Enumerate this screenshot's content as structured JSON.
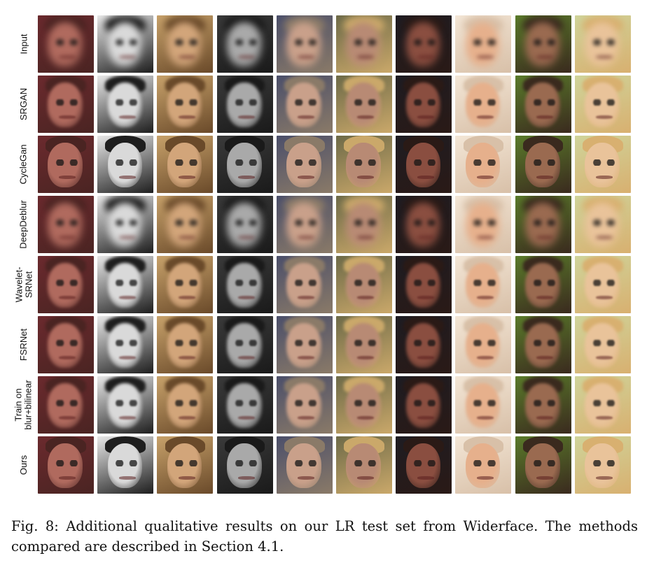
{
  "figure": {
    "row_labels": [
      [
        "Input"
      ],
      [
        "SRGAN"
      ],
      [
        "CycleGan"
      ],
      [
        "DeepDeblur"
      ],
      [
        "Wavelet-",
        "SRNet"
      ],
      [
        "FSRNet"
      ],
      [
        "Train on",
        "blur+bilinear"
      ],
      [
        "Ours"
      ]
    ],
    "column_count": 10,
    "subject_tones": [
      {
        "bg": "#6b2a2e",
        "skin": "#b06a5e",
        "hair": "#4a2422"
      },
      {
        "bg": "#e8e8e8",
        "skin": "#d9d9d9",
        "hair": "#1e1e1e"
      },
      {
        "bg": "#c7a16a",
        "skin": "#d2a57a",
        "hair": "#6a4a2a"
      },
      {
        "bg": "#3a3a3a",
        "skin": "#a9a9a9",
        "hair": "#1a1a1a"
      },
      {
        "bg": "#4b4f6a",
        "skin": "#c9a08a",
        "hair": "#8a7a68"
      },
      {
        "bg": "#6d6a48",
        "skin": "#b88a74",
        "hair": "#caa86a"
      },
      {
        "bg": "#1e1c22",
        "skin": "#8a4e40",
        "hair": "#2a1a16"
      },
      {
        "bg": "#f3e6d6",
        "skin": "#e6b08c",
        "hair": "#d8c0a8"
      },
      {
        "bg": "#5a7a2a",
        "skin": "#9a6a50",
        "hair": "#3a2a1e"
      },
      {
        "bg": "#cfd49a",
        "skin": "#e9c39a",
        "hair": "#d8b070"
      }
    ]
  },
  "caption": {
    "text": "Fig. 8: Additional qualitative results on our LR test set from Widerface. The methods compared are described in Section 4.1."
  }
}
